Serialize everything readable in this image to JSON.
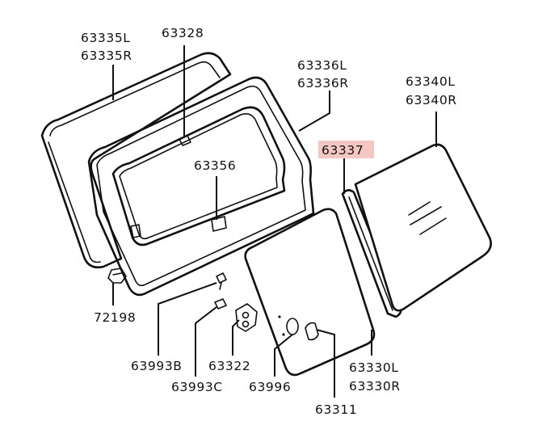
{
  "diagram": {
    "highlight_color": "#f4c7c3",
    "labels": {
      "l63335": [
        "63335L",
        "63335R"
      ],
      "l63328": [
        "63328"
      ],
      "l63336": [
        "63336L",
        "63336R"
      ],
      "l63340": [
        "63340L",
        "63340R"
      ],
      "l63337": [
        "63337"
      ],
      "l63356": [
        "63356"
      ],
      "l72198": [
        "72198"
      ],
      "l63993b": [
        "63993B"
      ],
      "l63322": [
        "63322"
      ],
      "l63993c": [
        "63993C"
      ],
      "l63996": [
        "63996"
      ],
      "l63330": [
        "63330L",
        "63330R"
      ],
      "l63311": [
        "63311"
      ]
    }
  }
}
